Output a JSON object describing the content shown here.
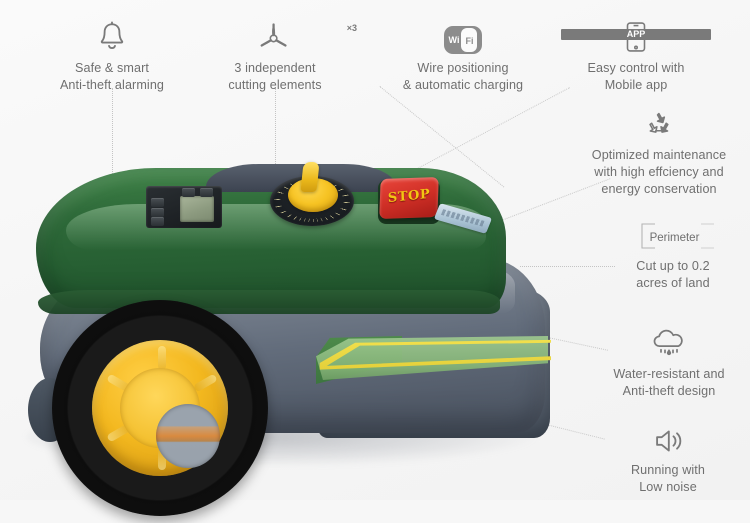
{
  "page": {
    "kind": "product-feature-infographic",
    "subject": "robotic lawn mower",
    "background_color": "#f7f7f7",
    "text_color": "#6f6f6f",
    "leader_line_color": "#c4c4c4"
  },
  "features": [
    {
      "id": "anti-theft-alarm",
      "icon": "bell-icon",
      "caption": "Safe & smart\nAnti-theft alarming"
    },
    {
      "id": "cutting-elements",
      "icon": "propeller-blades-icon",
      "icon_badge": "×3",
      "caption": "3 independent\ncutting elements"
    },
    {
      "id": "wire-positioning",
      "icon": "wifi-badge-icon",
      "icon_text_left": "Wi",
      "icon_text_right": "Fi",
      "caption": "Wire positioning\n&  automatic charging"
    },
    {
      "id": "mobile-app",
      "icon": "phone-app-icon",
      "icon_text": "APP",
      "caption": "Easy control with\nMobile app"
    },
    {
      "id": "optimized-maintenance",
      "icon": "recycle-icon",
      "caption": "Optimized maintenance\nwith high effciency and\nenergy conservation"
    },
    {
      "id": "cut-area",
      "icon": "perimeter-bracket-icon",
      "icon_text": "Perimeter",
      "caption": "Cut up to 0.2\nacres of land"
    },
    {
      "id": "water-resistant",
      "icon": "rain-cloud-icon",
      "caption": "Water-resistant and\nAnti-theft design"
    },
    {
      "id": "low-noise",
      "icon": "speaker-sound-icon",
      "caption": "Running with\nLow noise"
    }
  ],
  "product": {
    "stop_button_label": "STOP",
    "colors": {
      "shell_green": "#2f6b3a",
      "body_gray": "#626c7b",
      "accent_yellow": "#f3b81f",
      "stop_red": "#cf2f26",
      "stripe_light_green": "#84b377"
    }
  }
}
